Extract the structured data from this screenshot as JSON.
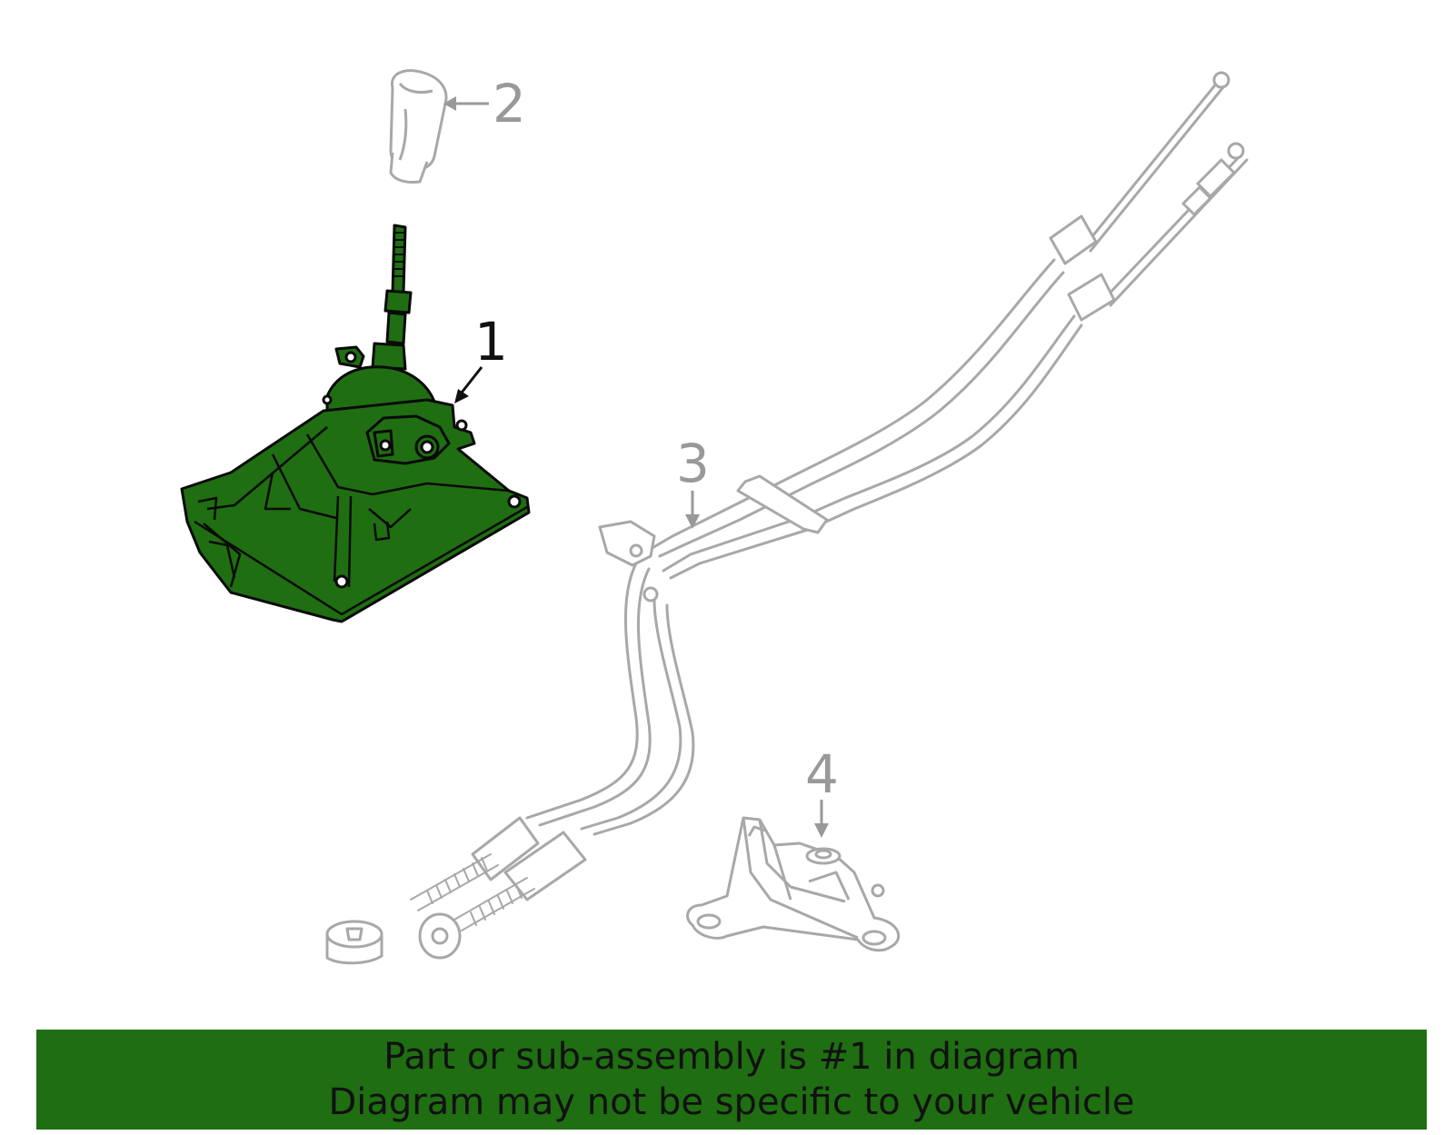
{
  "colors": {
    "highlight_fill": "#1f6e12",
    "highlight_stroke": "#0a0a0a",
    "part_stroke": "#a8a8a8",
    "callout_gray": "#999999",
    "callout_black": "#111111",
    "banner": "#1f6e12"
  },
  "callouts": [
    {
      "number": "1",
      "part": "shifter-assembly",
      "highlighted": true
    },
    {
      "number": "2",
      "part": "shift-knob",
      "highlighted": false
    },
    {
      "number": "3",
      "part": "shift-cables",
      "highlighted": false
    },
    {
      "number": "4",
      "part": "mounting-bracket",
      "highlighted": false
    }
  ],
  "banner": {
    "line1": "Part or sub-assembly is #1 in diagram",
    "line2": "Diagram may not be specific to your vehicle"
  }
}
